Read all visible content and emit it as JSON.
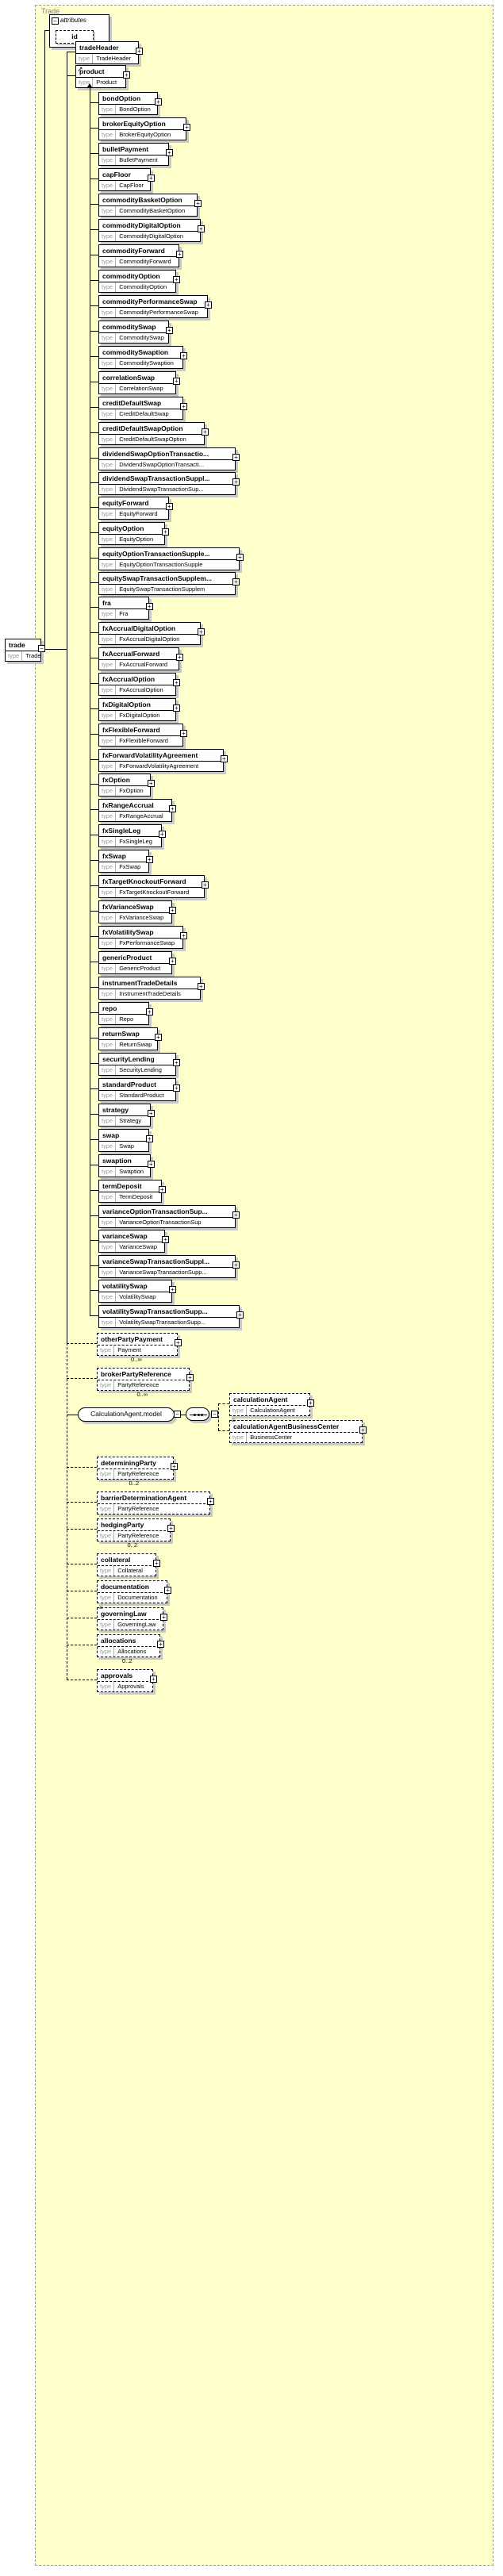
{
  "diagram": {
    "kind": "xsd-schema-diagram",
    "container_label": "Trade",
    "root": {
      "name": "trade",
      "type_key": "type",
      "type_value": "Trade",
      "expander": "−"
    },
    "attributes_group": {
      "label": "attributes",
      "expander": "−",
      "items": [
        "id"
      ]
    },
    "type_key": "type",
    "sequence_icon": "sequence-connector",
    "expander_plus": "+",
    "expander_minus": "−"
  },
  "elements": [
    {
      "name": "tradeHeader",
      "type": "TradeHeader",
      "optional": false,
      "occ": ""
    },
    {
      "name": "product",
      "type": "Product",
      "optional": false,
      "occ": "",
      "ref": true
    },
    {
      "name": "bondOption",
      "type": "BondOption",
      "optional": false,
      "occ": ""
    },
    {
      "name": "brokerEquityOption",
      "type": "BrokerEquityOption",
      "optional": false,
      "occ": ""
    },
    {
      "name": "bulletPayment",
      "type": "BulletPayment",
      "optional": false,
      "occ": ""
    },
    {
      "name": "capFloor",
      "type": "CapFloor",
      "optional": false,
      "occ": ""
    },
    {
      "name": "commodityBasketOption",
      "type": "CommodityBasketOption",
      "optional": false,
      "occ": ""
    },
    {
      "name": "commodityDigitalOption",
      "type": "CommodityDigitalOption",
      "optional": false,
      "occ": ""
    },
    {
      "name": "commodityForward",
      "type": "CommodityForward",
      "optional": false,
      "occ": ""
    },
    {
      "name": "commodityOption",
      "type": "CommodityOption",
      "optional": false,
      "occ": ""
    },
    {
      "name": "commodityPerformanceSwap",
      "type": "CommodityPerformanceSwap",
      "optional": false,
      "occ": ""
    },
    {
      "name": "commoditySwap",
      "type": "CommoditySwap",
      "optional": false,
      "occ": ""
    },
    {
      "name": "commoditySwaption",
      "type": "CommoditySwaption",
      "optional": false,
      "occ": ""
    },
    {
      "name": "correlationSwap",
      "type": "CorrelationSwap",
      "optional": false,
      "occ": ""
    },
    {
      "name": "creditDefaultSwap",
      "type": "CreditDefaultSwap",
      "optional": false,
      "occ": ""
    },
    {
      "name": "creditDefaultSwapOption",
      "type": "CreditDefaultSwapOption",
      "optional": false,
      "occ": ""
    },
    {
      "name": "dividendSwapOptionTransactio...",
      "type": "DividendSwapOptionTransacti...",
      "optional": false,
      "occ": ""
    },
    {
      "name": "dividendSwapTransactionSuppl...",
      "type": "DividendSwapTransactionSup...",
      "optional": false,
      "occ": ""
    },
    {
      "name": "equityForward",
      "type": "EquityForward",
      "optional": false,
      "occ": ""
    },
    {
      "name": "equityOption",
      "type": "EquityOption",
      "optional": false,
      "occ": ""
    },
    {
      "name": "equityOptionTransactionSupple...",
      "type": "EquityOptionTransactionSupple",
      "optional": false,
      "occ": ""
    },
    {
      "name": "equitySwapTransactionSupplem...",
      "type": "EquitySwapTransactionSupplem",
      "optional": false,
      "occ": ""
    },
    {
      "name": "fra",
      "type": "Fra",
      "optional": false,
      "occ": ""
    },
    {
      "name": "fxAccrualDigitalOption",
      "type": "FxAccrualDigitalOption",
      "optional": false,
      "occ": ""
    },
    {
      "name": "fxAccrualForward",
      "type": "FxAccrualForward",
      "optional": false,
      "occ": ""
    },
    {
      "name": "fxAccrualOption",
      "type": "FxAccrualOption",
      "optional": false,
      "occ": ""
    },
    {
      "name": "fxDigitalOption",
      "type": "FxDigitalOption",
      "optional": false,
      "occ": ""
    },
    {
      "name": "fxFlexibleForward",
      "type": "FxFlexibleForward",
      "optional": false,
      "occ": ""
    },
    {
      "name": "fxForwardVolatilityAgreement",
      "type": "FxForwardVolatilityAgreement",
      "optional": false,
      "occ": ""
    },
    {
      "name": "fxOption",
      "type": "FxOption",
      "optional": false,
      "occ": ""
    },
    {
      "name": "fxRangeAccrual",
      "type": "FxRangeAccrual",
      "optional": false,
      "occ": ""
    },
    {
      "name": "fxSingleLeg",
      "type": "FxSingleLeg",
      "optional": false,
      "occ": ""
    },
    {
      "name": "fxSwap",
      "type": "FxSwap",
      "optional": false,
      "occ": ""
    },
    {
      "name": "fxTargetKnockoutForward",
      "type": "FxTargetKnockoutForward",
      "optional": false,
      "occ": ""
    },
    {
      "name": "fxVarianceSwap",
      "type": "FxVarianceSwap",
      "optional": false,
      "occ": ""
    },
    {
      "name": "fxVolatilitySwap",
      "type": "FxPerformanceSwap",
      "optional": false,
      "occ": ""
    },
    {
      "name": "genericProduct",
      "type": "GenericProduct",
      "optional": false,
      "occ": ""
    },
    {
      "name": "instrumentTradeDetails",
      "type": "InstrumentTradeDetails",
      "optional": false,
      "occ": ""
    },
    {
      "name": "repo",
      "type": "Repo",
      "optional": false,
      "occ": ""
    },
    {
      "name": "returnSwap",
      "type": "ReturnSwap",
      "optional": false,
      "occ": ""
    },
    {
      "name": "securityLending",
      "type": "SecurityLending",
      "optional": false,
      "occ": ""
    },
    {
      "name": "standardProduct",
      "type": "StandardProduct",
      "optional": false,
      "occ": ""
    },
    {
      "name": "strategy",
      "type": "Strategy",
      "optional": false,
      "occ": ""
    },
    {
      "name": "swap",
      "type": "Swap",
      "optional": false,
      "occ": ""
    },
    {
      "name": "swaption",
      "type": "Swaption",
      "optional": false,
      "occ": ""
    },
    {
      "name": "termDeposit",
      "type": "TermDeposit",
      "optional": false,
      "occ": ""
    },
    {
      "name": "varianceOptionTransactionSup...",
      "type": "VarianceOptionTransactionSup",
      "optional": false,
      "occ": ""
    },
    {
      "name": "varianceSwap",
      "type": "VarianceSwap",
      "optional": false,
      "occ": ""
    },
    {
      "name": "varianceSwapTransactionSuppl...",
      "type": "VarianceSwapTransactionSupp...",
      "optional": false,
      "occ": ""
    },
    {
      "name": "volatilitySwap",
      "type": "VolatilitySwap",
      "optional": false,
      "occ": ""
    },
    {
      "name": "volatilitySwapTransactionSupp...",
      "type": "VolatilitySwapTransactionSupp...",
      "optional": false,
      "occ": ""
    }
  ],
  "tail_elements": [
    {
      "name": "otherPartyPayment",
      "type": "Payment",
      "optional": true,
      "occ": "0..∞",
      "stack": false
    },
    {
      "name": "brokerPartyReference",
      "type": "PartyReference",
      "optional": true,
      "occ": "0..∞",
      "stack": false
    }
  ],
  "group": {
    "name": "CalculationAgent.model",
    "expander_left": "−",
    "expander_right": "−",
    "children": [
      {
        "name": "calculationAgent",
        "type": "CalculationAgent",
        "optional": true,
        "occ": "",
        "stack": false
      },
      {
        "name": "calculationAgentBusinessCenter",
        "type": "BusinessCenter",
        "optional": true,
        "occ": "",
        "stack": true
      }
    ]
  },
  "post_group_elements": [
    {
      "name": "determiningParty",
      "type": "PartyReference",
      "optional": true,
      "occ": "0..2",
      "stack": false
    },
    {
      "name": "barrierDeterminationAgent",
      "type": "PartyReference",
      "optional": true,
      "occ": "",
      "stack": false
    },
    {
      "name": "hedgingParty",
      "type": "PartyReference",
      "optional": true,
      "occ": "0..2",
      "stack": false
    },
    {
      "name": "collateral",
      "type": "Collateral",
      "optional": true,
      "occ": "",
      "stack": false
    },
    {
      "name": "documentation",
      "type": "Documentation",
      "optional": true,
      "occ": "",
      "stack": false
    },
    {
      "name": "governingLaw",
      "type": "GoverningLaw",
      "optional": true,
      "occ": "",
      "stack": true
    },
    {
      "name": "allocations",
      "type": "Allocations",
      "optional": true,
      "occ": "0..2",
      "stack": false
    },
    {
      "name": "approvals",
      "type": "Approvals",
      "optional": true,
      "occ": "",
      "stack": false
    }
  ],
  "colors": {
    "container_fill": "#ffffcc",
    "container_border": "#999999",
    "box_fill": "#ffffff",
    "box_border": "#000000",
    "shadow": "#c8c8c8",
    "type_key_text": "#999999"
  }
}
